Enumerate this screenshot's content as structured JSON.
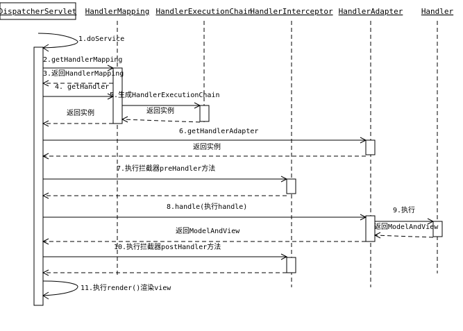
{
  "participants": [
    {
      "id": "p0",
      "label": "DispatcherServlet"
    },
    {
      "id": "p1",
      "label": "HandlerMapping"
    },
    {
      "id": "p2",
      "label": "HandlerExecutionChain"
    },
    {
      "id": "p3",
      "label": "HandlerInterceptor"
    },
    {
      "id": "p4",
      "label": "HandlerAdapter"
    },
    {
      "id": "p5",
      "label": "Handler"
    }
  ],
  "messages": [
    {
      "id": "m1",
      "label": "1.doService"
    },
    {
      "id": "m2",
      "label": "2.getHandlerMapping"
    },
    {
      "id": "m3",
      "label": "3.返回HandlerMapping"
    },
    {
      "id": "m4",
      "label": "4.  getHandler"
    },
    {
      "id": "m5",
      "label": "5.生成HandlerExecutionChain"
    },
    {
      "id": "m5r",
      "label": "返回实例"
    },
    {
      "id": "m4r",
      "label": "返回实例"
    },
    {
      "id": "m6",
      "label": "6.getHandlerAdapter"
    },
    {
      "id": "m6r",
      "label": "返回实例"
    },
    {
      "id": "m7",
      "label": "7.执行拦截器preHandler方法"
    },
    {
      "id": "m7r",
      "label": ""
    },
    {
      "id": "m8",
      "label": "8.handle(执行handle)"
    },
    {
      "id": "m9",
      "label": "9.执行"
    },
    {
      "id": "m9r",
      "label": "返回ModelAndView"
    },
    {
      "id": "m8r",
      "label": "返回ModelAndView"
    },
    {
      "id": "m10",
      "label": "10.执行拦截器postHandler方法"
    },
    {
      "id": "m10r",
      "label": ""
    },
    {
      "id": "m11",
      "label": "11.执行render()渲染view"
    }
  ]
}
